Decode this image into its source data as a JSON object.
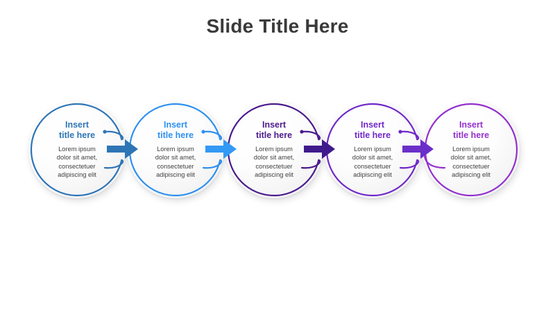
{
  "title": "Slide Title Here",
  "title_color": "#3a3a3a",
  "background_color": "#ffffff",
  "diagram": {
    "type": "process-chevron-circles",
    "step_count": 5,
    "arrow_count": 4,
    "body_text_color": "#404040",
    "steps": [
      {
        "index": 1,
        "title_line1": "Insert",
        "title_line2": "title here",
        "body_line1": "Lorem ipsum",
        "body_line2": "dolor sit amet,",
        "body_line3": "consectetuer",
        "body_line4": "adipiscing elit",
        "color": "#2e75b6",
        "ring_open": true,
        "icon": "open-ring-with-dot"
      },
      {
        "index": 2,
        "title_line1": "Insert",
        "title_line2": "title here",
        "body_line1": "Lorem ipsum",
        "body_line2": "dolor sit amet,",
        "body_line3": "consectetuer",
        "body_line4": "adipiscing elit",
        "color": "#2e90f0",
        "ring_open": true,
        "icon": "open-ring-with-dot"
      },
      {
        "index": 3,
        "title_line1": "Insert",
        "title_line2": "title here",
        "body_line1": "Lorem ipsum",
        "body_line2": "dolor sit amet,",
        "body_line3": "consectetuer",
        "body_line4": "adipiscing elit",
        "color": "#4b1a8c",
        "ring_open": true,
        "icon": "open-ring-with-dot"
      },
      {
        "index": 4,
        "title_line1": "Insert",
        "title_line2": "title here",
        "body_line1": "Lorem ipsum",
        "body_line2": "dolor sit amet,",
        "body_line3": "consectetuer",
        "body_line4": "adipiscing elit",
        "color": "#7028c8",
        "ring_open": true,
        "icon": "open-ring-with-dot"
      },
      {
        "index": 5,
        "title_line1": "Insert",
        "title_line2": "title here",
        "body_line1": "Lorem ipsum",
        "body_line2": "dolor sit amet,",
        "body_line3": "consectetuer",
        "body_line4": "adipiscing elit",
        "color": "#9330cc",
        "ring_open": false,
        "icon": "closed-ring"
      }
    ],
    "arrows": [
      {
        "index": 1,
        "color": "#2e75b6",
        "icon": "arrow-right-icon"
      },
      {
        "index": 2,
        "color": "#3399f5",
        "icon": "arrow-right-icon"
      },
      {
        "index": 3,
        "color": "#3f1a8c",
        "icon": "arrow-right-icon"
      },
      {
        "index": 4,
        "color": "#6b2fc9",
        "icon": "arrow-right-icon"
      }
    ]
  }
}
